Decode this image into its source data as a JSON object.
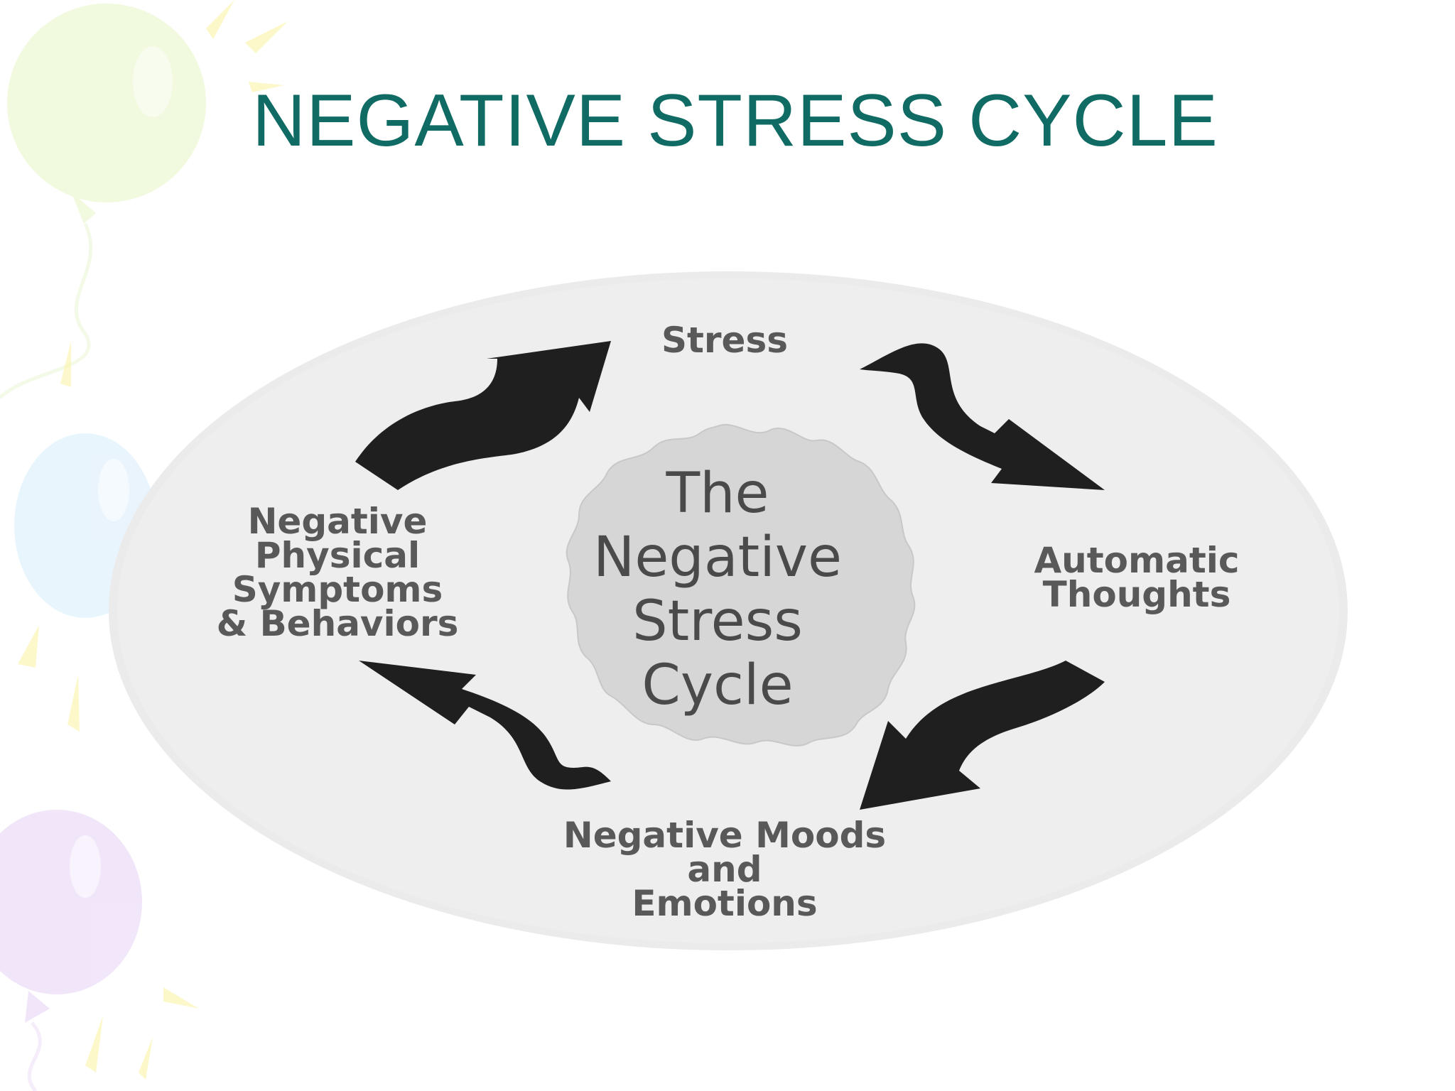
{
  "slide": {
    "title": "NEGATIVE STRESS CYCLE"
  },
  "diagram": {
    "center_lines": [
      "The",
      "Negative",
      "Stress",
      "Cycle"
    ],
    "nodes": {
      "stress": [
        "Stress"
      ],
      "automatic_thoughts": [
        "Automatic",
        "Thoughts"
      ],
      "moods": [
        "Negative Moods",
        "and",
        "Emotions"
      ],
      "physical": [
        "Negative",
        "Physical",
        "Symptoms",
        "& Behaviors"
      ]
    },
    "colors": {
      "title": "#0f6b63",
      "arrow": "#1f1f1f",
      "label": "#595959",
      "disc": "#ebebeb",
      "center_blob": "#d6d6d6"
    }
  }
}
